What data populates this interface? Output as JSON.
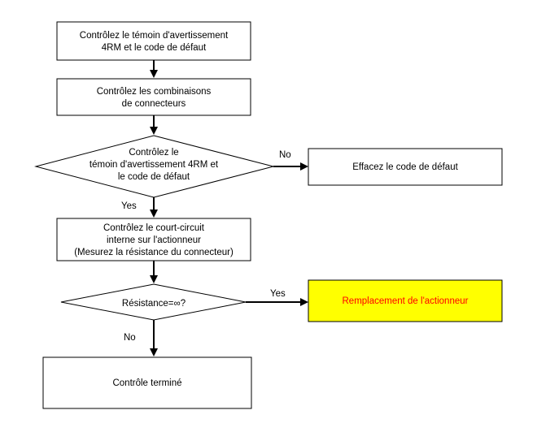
{
  "nodes": {
    "check_warning": {
      "lines": [
        "Contrôlez le témoin d'avertissement",
        "4RM et le code de défaut"
      ]
    },
    "check_connectors": {
      "lines": [
        "Contrôlez les combinaisons",
        "de connecteurs"
      ]
    },
    "decision_warning": {
      "lines": [
        "Contrôlez le",
        "témoin d'avertissement 4RM et",
        "le code de défaut"
      ]
    },
    "erase_code": {
      "lines": [
        "Effacez le code de défaut"
      ]
    },
    "check_short": {
      "lines": [
        "Contrôlez le court-circuit",
        "interne sur l'actionneur",
        "(Mesurez la résistance du connecteur)"
      ]
    },
    "decision_resistance": {
      "lines": [
        "Résistance=∞?"
      ]
    },
    "replace_actuator": {
      "lines": [
        "Remplacement de l'actionneur"
      ]
    },
    "check_done": {
      "lines": [
        "Contrôle terminé"
      ]
    }
  },
  "edge_labels": {
    "no_1": "No",
    "yes_1": "Yes",
    "yes_2": "Yes",
    "no_2": "No"
  },
  "colors": {
    "highlight_fill": "#ffff00",
    "highlight_text": "#ff0000"
  }
}
